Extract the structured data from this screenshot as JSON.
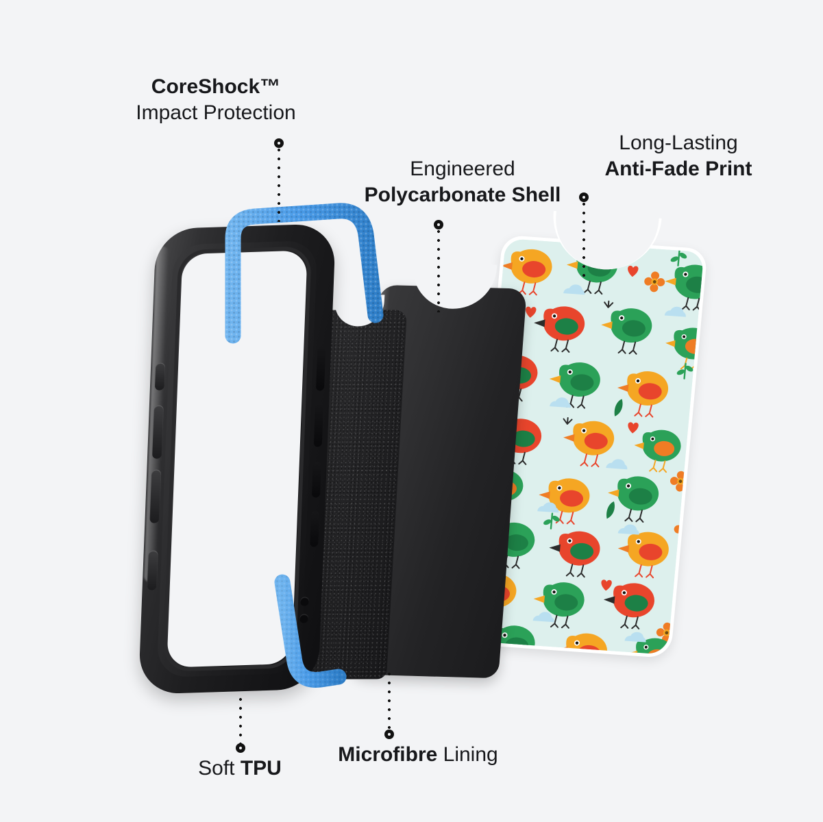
{
  "meta": {
    "graphic_type": "exploded-view product diagram",
    "background_color": "#f3f4f6",
    "product": "protective phone case with printed back panel"
  },
  "callouts": [
    {
      "id": "coreshock",
      "name": "coreshock-impact-protection",
      "line1": "CoreShock™",
      "line1_weight": "bold",
      "line2": "Impact Protection",
      "line2_weight": "regular",
      "leader": "down"
    },
    {
      "id": "polycarbonate",
      "name": "engineered-polycarbonate-shell",
      "line1": "Engineered",
      "line1_weight": "regular",
      "line2": "Polycarbonate Shell",
      "line2_weight": "bold",
      "leader": "down"
    },
    {
      "id": "antifade",
      "name": "long-lasting-anti-fade-print",
      "line1": "Long-Lasting",
      "line1_weight": "regular",
      "line2": "Anti-Fade Print",
      "line2_weight": "bold",
      "leader": "down"
    },
    {
      "id": "tpu",
      "name": "soft-tpu",
      "prefix": "Soft ",
      "strong": "TPU",
      "suffix": "",
      "leader": "up"
    },
    {
      "id": "microfibre",
      "name": "microfibre-lining",
      "prefix": "",
      "strong": "Microfibre",
      "suffix": " Lining",
      "leader": "up"
    }
  ],
  "parts": [
    {
      "id": "tpu-frame",
      "label": "Soft TPU bumper frame",
      "color": "#1e1e20",
      "accent_color": "#4a9be8"
    },
    {
      "id": "microfibre-lining",
      "label": "Microfibre lining",
      "color": "#232325"
    },
    {
      "id": "polycarbonate-shell",
      "label": "Polycarbonate shell",
      "color": "#2a2a2c"
    },
    {
      "id": "print-panel",
      "label": "Anti-fade printed back panel",
      "color": "#ddf0ed"
    }
  ],
  "palette": {
    "background": "#f3f4f6",
    "text": "#17181b",
    "case_black": "#1e1e20",
    "accent_blue": "#4a9be8",
    "accent_blue_dark": "#2f7fc9",
    "print_bg": "#ddf0ed",
    "bird_green": "#2ba158",
    "bird_green_dark": "#1d8046",
    "bird_red": "#e8452c",
    "bird_red_dark": "#c9331d",
    "bird_yellow": "#f5a623",
    "bird_orange": "#ef7c24",
    "cloud_blue": "#b9dff0",
    "leaf_green": "#3aa35c",
    "leader_dot": "#111111"
  },
  "pattern": {
    "name": "cartoon-birds-pattern",
    "background": "#ddf0ed",
    "motifs": [
      "bird",
      "cloud",
      "flower",
      "heart",
      "leaf",
      "sprig"
    ],
    "bird_colors": [
      "#2ba158",
      "#e8452c",
      "#f5a623"
    ]
  }
}
